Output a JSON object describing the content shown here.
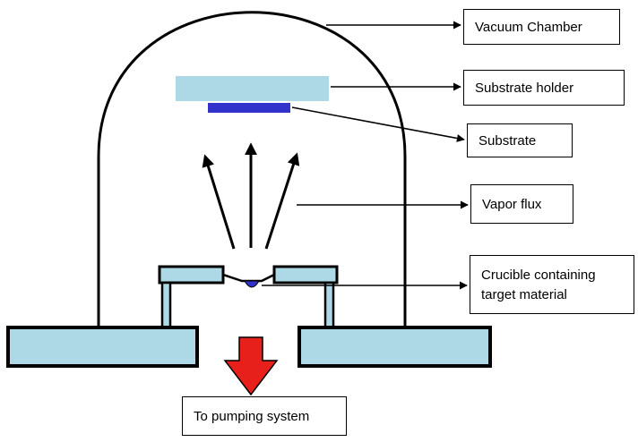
{
  "labels": {
    "vacuum_chamber": "Vacuum Chamber",
    "substrate_holder": "Substrate holder",
    "substrate": "Substrate",
    "vapor_flux": "Vapor flux",
    "crucible": "Crucible containing\ntarget material",
    "pumping": "To pumping system"
  },
  "colors": {
    "holder_fill": "#ADD8E6",
    "substrate_fill": "#3333CC",
    "base_fill": "#ADD8E6",
    "pump_arrow_fill": "#E8201C",
    "outline": "#000000"
  }
}
